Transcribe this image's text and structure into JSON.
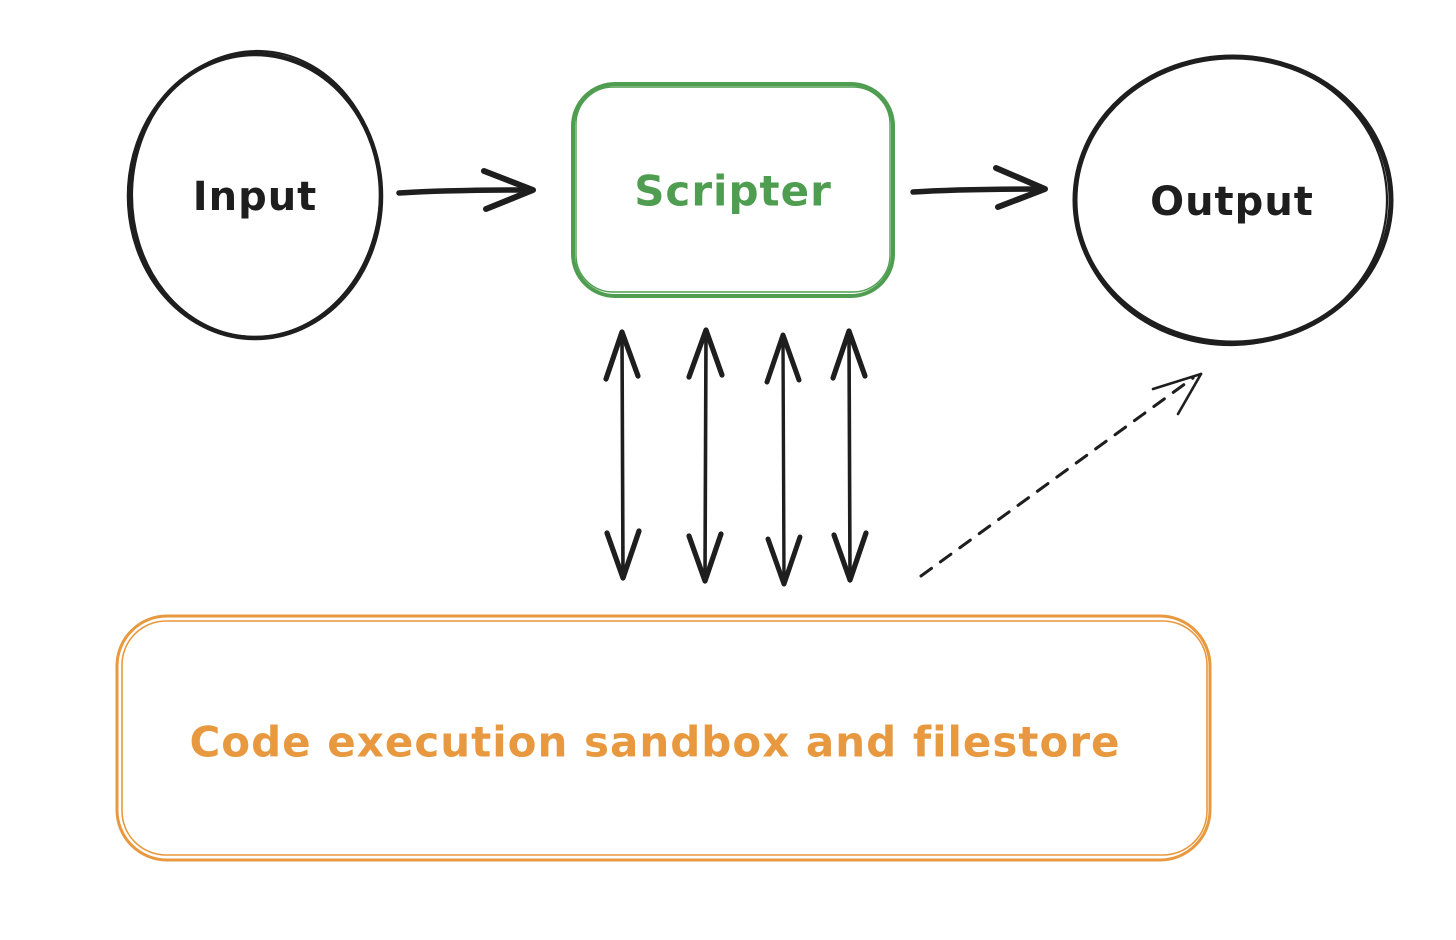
{
  "diagram": {
    "background": "#ffffff",
    "ink": "#1e1e1e",
    "nodes": {
      "input": {
        "label": "Input",
        "shape": "ellipse",
        "color": "#1e1e1e"
      },
      "scripter": {
        "label": "Scripter",
        "shape": "rounded-rectangle",
        "color": "#4f9d50"
      },
      "output": {
        "label": "Output",
        "shape": "ellipse",
        "color": "#1e1e1e"
      },
      "sandbox": {
        "label": "Code execution sandbox and filestore",
        "shape": "rounded-rectangle",
        "color": "#e8993f"
      }
    },
    "edges": [
      {
        "from": "Input",
        "to": "Scripter",
        "type": "solid-arrow",
        "color": "#1e1e1e"
      },
      {
        "from": "Scripter",
        "to": "Output",
        "type": "solid-arrow",
        "color": "#1e1e1e"
      },
      {
        "from": "Scripter",
        "to": "Code execution sandbox and filestore",
        "type": "bidirectional-arrow",
        "count": 4,
        "color": "#1e1e1e"
      },
      {
        "from": "Code execution sandbox and filestore",
        "to": "Output",
        "type": "dashed-arrow",
        "color": "#1e1e1e"
      }
    ]
  }
}
